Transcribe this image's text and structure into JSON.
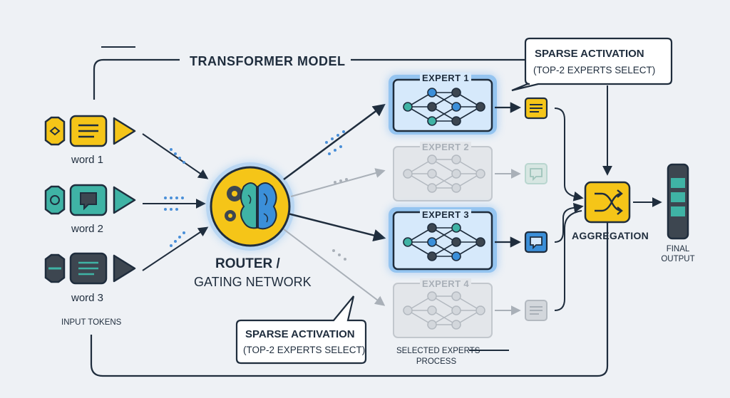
{
  "title": "TRANSFORMER MODEL",
  "inputs": [
    {
      "label": "word 1",
      "color": "#f5c518",
      "icon": "document-lines-icon"
    },
    {
      "label": "word 2",
      "color": "#3fb3a5",
      "icon": "chat-bubble-icon"
    },
    {
      "label": "word 3",
      "color": "#3d4650",
      "icon": "document-lines-icon"
    }
  ],
  "input_tokens_label": "INPUT TOKENS",
  "router": {
    "line1": "ROUTER /",
    "line2": "GATING NETWORK",
    "color": "#f5c518",
    "icon": "gears-brain-icon"
  },
  "experts": [
    {
      "label": "EXPERT 1",
      "active": true,
      "output_icon": "document-lines-icon",
      "output_color": "#f5c518"
    },
    {
      "label": "EXPERT 2",
      "active": false,
      "output_icon": "chat-bubble-icon",
      "output_color": "#b9d6cf"
    },
    {
      "label": "EXPERT 3",
      "active": true,
      "output_icon": "chat-bubble-icon",
      "output_color": "#3b8fd9"
    },
    {
      "label": "EXPERT 4",
      "active": false,
      "output_icon": "document-lines-icon",
      "output_color": "#c5c9ce"
    }
  ],
  "callout_top": {
    "heading": "SPARSE ACTIVATION",
    "sub": "(TOP-2 EXPERTS SELECT)"
  },
  "callout_bottom": {
    "heading": "SPARSE ACTIVATION",
    "sub": "(TOP-2 EXPERTS SELECT)"
  },
  "selected_experts_label": {
    "line1": "SELECTED EXPERTS",
    "line2": "PROCESS"
  },
  "aggregation": {
    "label": "AGGREGATION",
    "color": "#f5c518",
    "icon": "shuffle-icon"
  },
  "final_output": {
    "line1": "FINAL",
    "line2": "OUTPUT",
    "icon": "output-stack-icon"
  },
  "colors": {
    "ink": "#1f2d3d",
    "active_glow": "#3b8fd9",
    "inactive": "#c2c7cd",
    "accent_yellow": "#f5c518",
    "teal": "#3fb3a5"
  }
}
